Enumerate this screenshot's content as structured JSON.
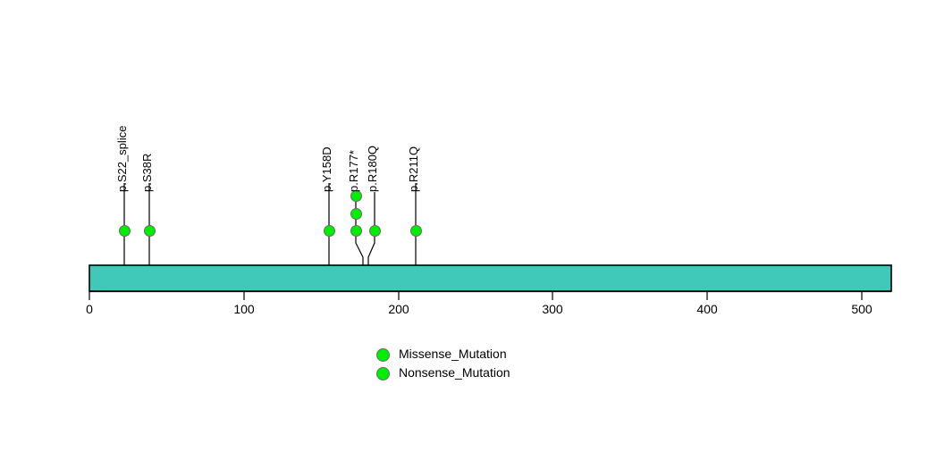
{
  "chart_data": {
    "type": "lollipop",
    "title": "",
    "xlabel": "",
    "ylabel": "",
    "xlim": [
      0,
      519
    ],
    "axis_ticks": [
      0,
      100,
      200,
      300,
      400,
      500
    ],
    "axis_tick_labels": [
      "0",
      "100",
      "200",
      "300",
      "400",
      "500"
    ],
    "protein_length": 519,
    "protein_bar_color": "#40C9B8",
    "mutation_color": "#00EE00",
    "grid": false,
    "legend_position": "bottom-center",
    "mutations": [
      {
        "label": "p.S22_splice",
        "position": 22,
        "count": 1,
        "type": "Missense_Mutation"
      },
      {
        "label": "p.S38R",
        "position": 38,
        "count": 1,
        "type": "Missense_Mutation"
      },
      {
        "label": "p.Y158D",
        "position": 155,
        "count": 1,
        "type": "Missense_Mutation"
      },
      {
        "label": "p.R177*",
        "position": 177,
        "count": 3,
        "type": "Nonsense_Mutation"
      },
      {
        "label": "p.R180Q",
        "position": 180,
        "count": 1,
        "type": "Missense_Mutation"
      },
      {
        "label": "p.R211Q",
        "position": 211,
        "count": 1,
        "type": "Missense_Mutation"
      }
    ],
    "legend": [
      {
        "label": "Missense_Mutation",
        "color": "#00EE00"
      },
      {
        "label": "Nonsense_Mutation",
        "color": "#00EE00"
      }
    ]
  },
  "labels": {
    "m0": "p.S22_splice",
    "m1": "p.S38R",
    "m2": "p.Y158D",
    "m3": "p.R177*",
    "m4": "p.R180Q",
    "m5": "p.R211Q"
  },
  "ticks": {
    "t0": "0",
    "t1": "100",
    "t2": "200",
    "t3": "300",
    "t4": "400",
    "t5": "500"
  },
  "legend": {
    "missense": "Missense_Mutation",
    "nonsense": "Nonsense_Mutation"
  }
}
